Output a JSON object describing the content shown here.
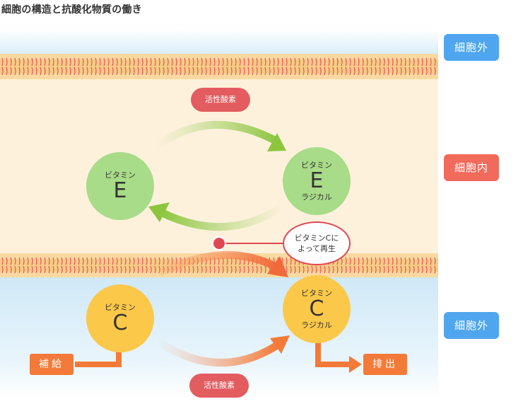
{
  "title": "細胞の構造と抗酸化物質の働き",
  "regions": {
    "outside_top": "細胞外",
    "inside": "細胞内",
    "outside_bottom": "細胞外"
  },
  "vitamin_e": {
    "line1": "ビタミン",
    "letter": "E"
  },
  "vitamin_e_radical": {
    "line1": "ビタミン",
    "letter": "E",
    "line2": "ラジカル"
  },
  "vitamin_c": {
    "line1": "ビタミン",
    "letter": "C"
  },
  "vitamin_c_radical": {
    "line1": "ビタミン",
    "letter": "C",
    "line2": "ラジカル"
  },
  "reactive_oxygen_top": "活性酸素",
  "reactive_oxygen_bottom": "活性酸素",
  "regeneration_note": {
    "line1": "ビタミンCに",
    "line2": "よって再生"
  },
  "supply": "補給",
  "excretion": "排出",
  "colors": {
    "membrane": "#f6cc86",
    "inside_bg": "#fdf1dc",
    "outside_bg": "#d5ebf8",
    "vitamin_e": "#a8dc88",
    "vitamin_c": "#fbc849",
    "accent_red": "#e35d60",
    "accent_orange": "#f37a38",
    "label_blue": "#4fa6ee",
    "label_red": "#f26a5b"
  }
}
